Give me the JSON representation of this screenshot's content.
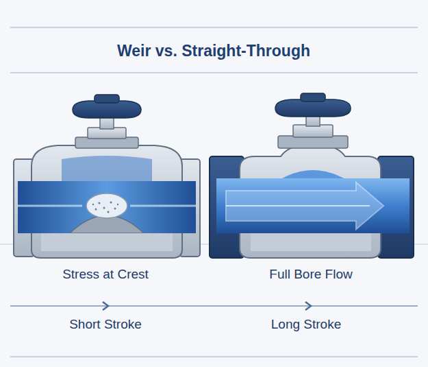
{
  "diagram": {
    "title": "Weir vs. Straight-Through",
    "labels": [
      "Stress at Crest",
      "Full Bore Flow",
      "Short Stroke",
      "Long Stroke"
    ]
  }
}
